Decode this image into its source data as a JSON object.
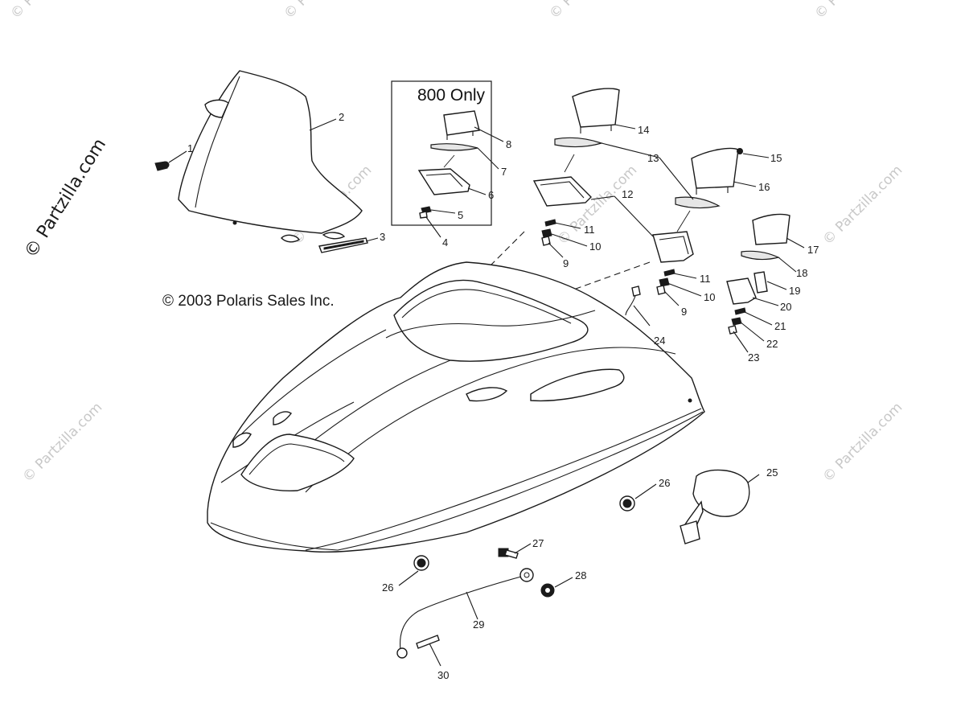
{
  "diagram": {
    "box_title": "800 Only",
    "copyright": "© 2003 Polaris Sales Inc.",
    "watermark_main": "© Partzilla.com",
    "watermark_faint": "© Partzilla.com",
    "callouts": {
      "c1": "1",
      "c2": "2",
      "c3": "3",
      "c4": "4",
      "c5": "5",
      "c6": "6",
      "c7": "7",
      "c8": "8",
      "c9a": "9",
      "c9b": "9",
      "c10a": "10",
      "c10b": "10",
      "c11a": "11",
      "c11b": "11",
      "c12": "12",
      "c13": "13",
      "c14": "14",
      "c15": "15",
      "c16": "16",
      "c17": "17",
      "c18": "18",
      "c19": "19",
      "c20": "20",
      "c21": "21",
      "c22": "22",
      "c23": "23",
      "c24": "24",
      "c25": "25",
      "c26a": "26",
      "c26b": "26",
      "c27": "27",
      "c28": "28",
      "c29": "29",
      "c30": "30"
    }
  }
}
